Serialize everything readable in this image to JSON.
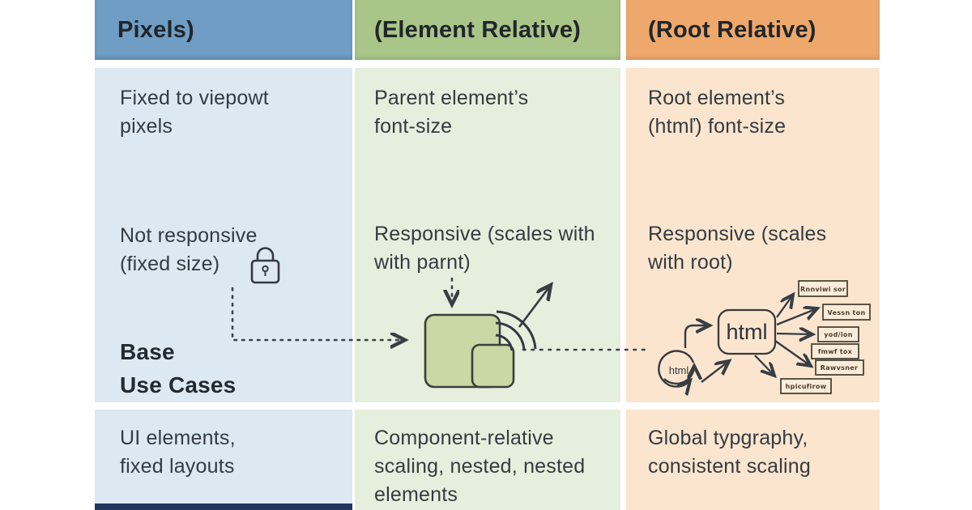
{
  "colors": {
    "header_pixels": "#6f9dc4",
    "header_element_relative": "#a9c587",
    "header_root_relative": "#eea86b",
    "cell_pixels": "#dce8f2",
    "cell_element_relative": "#e6eedd",
    "cell_root_relative": "#fbe5cf",
    "accent_navy_strip": "#22355c",
    "ink": "#343b41",
    "diagram_square_fill": "#c9d8a5",
    "diagram_stroke": "#3a3f3a"
  },
  "row_label": "Base\nUse Cases",
  "columns": [
    {
      "header": "Pixels)",
      "relative_to": "Fixed to viepowt\npixels",
      "responsiveness": "Not responsive\n(fixed size)",
      "use_cases": "UI elements,\nfixed layouts"
    },
    {
      "header": "(Element Relative)",
      "relative_to": "Parent element’s\nfont-size",
      "responsiveness": "Responsive (scales with\nwith parnt)",
      "use_cases": "Component-relative\nscaling, nested, nested\nelements"
    },
    {
      "header": "(Root Relative)",
      "relative_to": "Root element’s\n(htmľ) font-size",
      "responsiveness": "Responsive (scales\nwith root)",
      "use_cases": "Global typgraphy,\nconsistent scaling"
    }
  ],
  "diagram": {
    "root_label": "html",
    "cycle_label": "html",
    "target_labels": [
      "Rnnviwi sor",
      "Vessn ton",
      "yod/ion",
      "fmwf tox",
      "Rawvsner",
      "hpicufirow"
    ]
  },
  "icons": {
    "lock": "lock-icon",
    "wifi_scale": "wifi-scale-icon",
    "nested_squares": "nested-squares-icon",
    "refresh_cycle": "refresh-cycle-icon",
    "dotted_connectors": "dotted-connector-lines"
  }
}
